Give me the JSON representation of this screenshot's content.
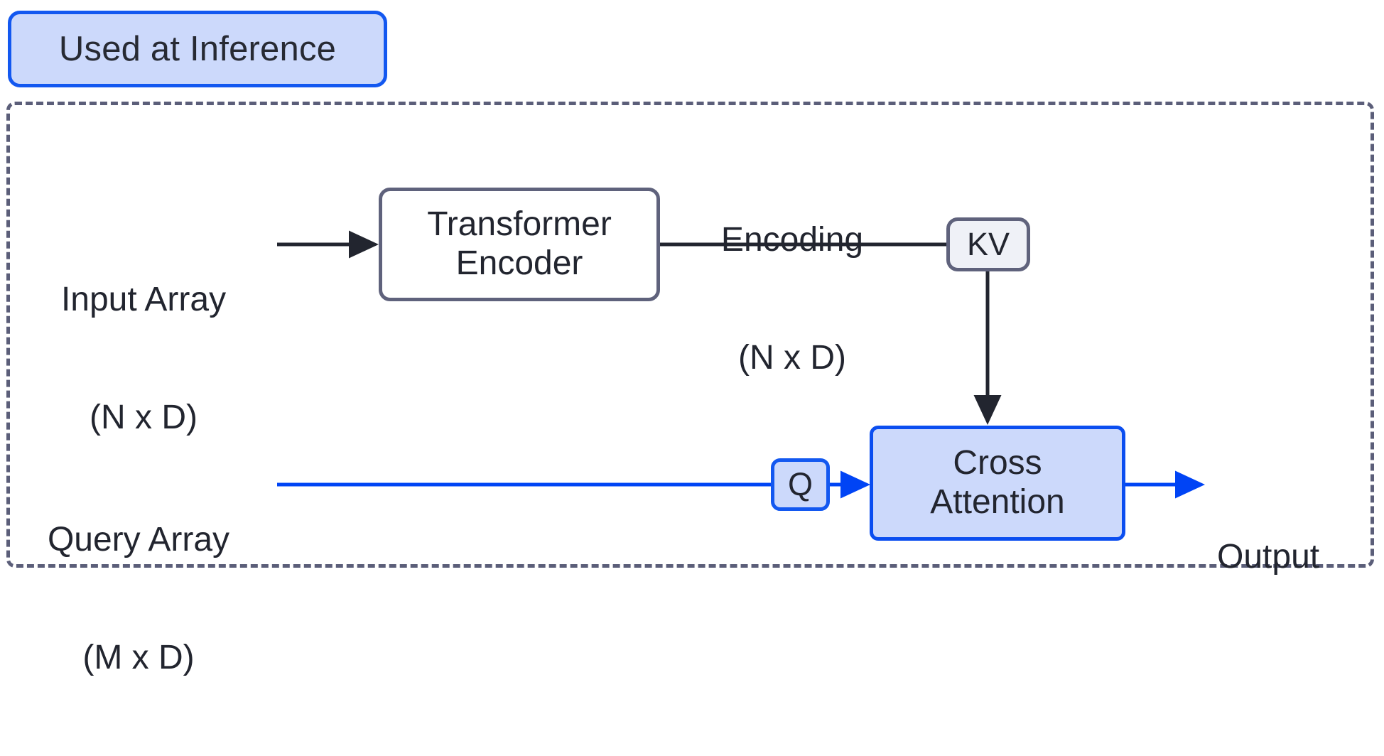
{
  "diagram": {
    "title_badge": {
      "label": "Used at Inference",
      "fill": "#ccd9fb",
      "stroke": "#1358f0"
    },
    "nodes": {
      "transformer_encoder": {
        "line1": "Transformer",
        "line2": "Encoder",
        "fill": "#ffffff",
        "stroke": "#5f627c"
      },
      "kv": {
        "label": "KV",
        "fill": "#eff1f7",
        "stroke": "#5f627c"
      },
      "q": {
        "label": "Q",
        "fill": "#ccd9fb",
        "stroke": "#1358f0"
      },
      "cross_attention": {
        "line1": "Cross",
        "line2": "Attention",
        "fill": "#ccd9fb",
        "stroke": "#0b4ef0"
      }
    },
    "labels": {
      "input_array": {
        "line1": "Input Array",
        "line2": "(N x D)"
      },
      "query_array": {
        "line1": "Query Array",
        "line2": "(M x D)"
      },
      "encoding": {
        "line1": "Encoding",
        "line2": "(N x D)"
      },
      "output": {
        "label": "Output"
      }
    },
    "edges": [
      {
        "name": "input-array-to-encoder",
        "color": "#22252f",
        "arrow": true
      },
      {
        "name": "encoder-to-kv",
        "color": "#22252f",
        "arrow": false
      },
      {
        "name": "kv-to-cross-attention",
        "color": "#22252f",
        "arrow": true
      },
      {
        "name": "query-array-to-q",
        "color": "#0044f5",
        "arrow": false
      },
      {
        "name": "q-to-cross-attention",
        "color": "#0044f5",
        "arrow": true
      },
      {
        "name": "cross-attention-to-output",
        "color": "#0044f5",
        "arrow": true
      }
    ],
    "container": {
      "stroke": "#5b5e79",
      "style": "dashed"
    }
  }
}
